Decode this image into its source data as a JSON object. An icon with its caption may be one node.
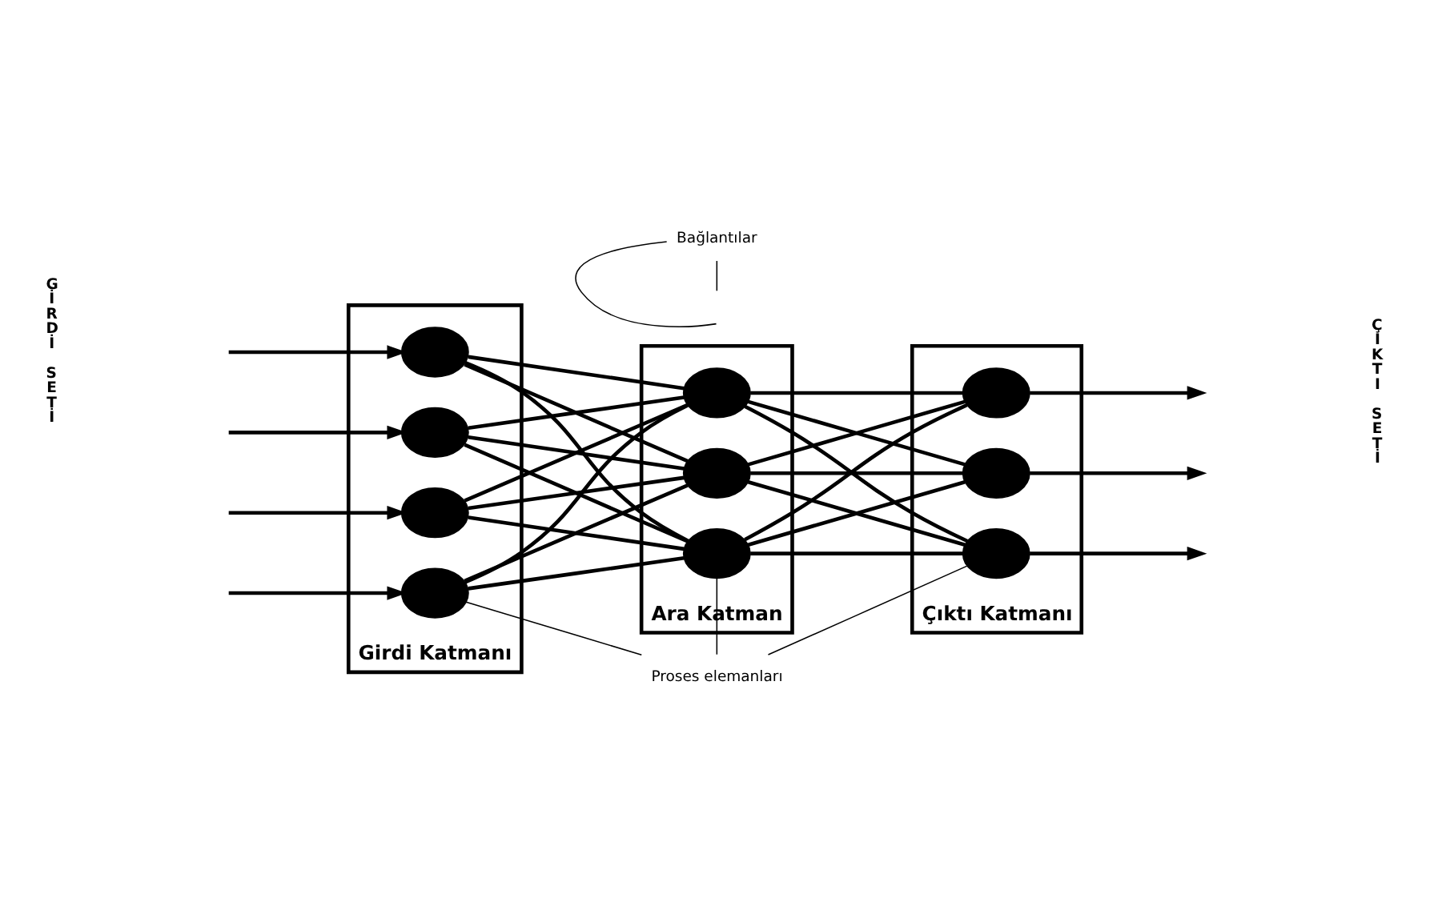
{
  "diagram": {
    "nodes": [
      {
        "text": [
          "Girdi Katmanı"
        ]
      },
      {
        "text": [],
        "shape": "circle",
        "in": 0
      },
      {
        "text": [],
        "shape": "circle",
        "in": 0
      },
      {
        "text": [],
        "shape": "circle",
        "in": 0
      },
      {
        "text": [],
        "shape": "circle",
        "in": 0
      },
      {
        "text": [
          "Ara Katman"
        ]
      },
      {
        "text": [],
        "shape": "circle",
        "in": 5
      },
      {
        "text": [],
        "shape": "circle",
        "in": 5
      },
      {
        "text": [],
        "shape": "circle",
        "in": 5
      },
      {
        "text": [
          "Çıktı Katmanı"
        ]
      },
      {
        "text": [],
        "shape": "circle",
        "in": 9
      },
      {
        "text": [],
        "shape": "circle",
        "in": 9
      },
      {
        "text": [],
        "shape": "circle",
        "in": 9
      },
      {
        "text": [
          "Bağlantılar"
        ]
      },
      {
        "text": [
          "Proses elemanları"
        ]
      }
    ],
    "edges": [
      {
        "from": null,
        "to": 1,
        "arrow": "to"
      },
      {
        "from": null,
        "to": 2,
        "arrow": "to"
      },
      {
        "from": null,
        "to": 3,
        "arrow": "to"
      },
      {
        "from": null,
        "to": 4,
        "arrow": "to"
      },
      {
        "from": 1,
        "to": 6,
        "arrow": "none"
      },
      {
        "from": 1,
        "to": 7,
        "arrow": "none"
      },
      {
        "from": 1,
        "to": 8,
        "arrow": "none"
      },
      {
        "from": 2,
        "to": 6,
        "arrow": "none"
      },
      {
        "from": 2,
        "to": 7,
        "arrow": "none"
      },
      {
        "from": 2,
        "to": 8,
        "arrow": "none"
      },
      {
        "from": 3,
        "to": 6,
        "arrow": "none"
      },
      {
        "from": 3,
        "to": 7,
        "arrow": "none"
      },
      {
        "from": 3,
        "to": 8,
        "arrow": "none"
      },
      {
        "from": 4,
        "to": 6,
        "arrow": "none"
      },
      {
        "from": 4,
        "to": 7,
        "arrow": "none"
      },
      {
        "from": 4,
        "to": 8,
        "arrow": "none"
      },
      {
        "from": 6,
        "to": 10,
        "arrow": "none"
      },
      {
        "from": 6,
        "to": 11,
        "arrow": "none"
      },
      {
        "from": 6,
        "to": 12,
        "arrow": "none"
      },
      {
        "from": 7,
        "to": 10,
        "arrow": "none"
      },
      {
        "from": 7,
        "to": 11,
        "arrow": "none"
      },
      {
        "from": 7,
        "to": 12,
        "arrow": "none"
      },
      {
        "from": 8,
        "to": 10,
        "arrow": "none"
      },
      {
        "from": 8,
        "to": 11,
        "arrow": "none"
      },
      {
        "from": 8,
        "to": 12,
        "arrow": "none"
      },
      {
        "from": 10,
        "to": null,
        "arrow": "to"
      },
      {
        "from": 11,
        "to": null,
        "arrow": "to"
      },
      {
        "from": 12,
        "to": null,
        "arrow": "to"
      },
      {
        "from": 13,
        "to": null,
        "arrow": "none"
      },
      {
        "from": 13,
        "to": null,
        "arrow": "none"
      },
      {
        "from": 14,
        "to": 4,
        "arrow": "none"
      },
      {
        "from": 14,
        "to": 8,
        "arrow": "none"
      },
      {
        "from": 14,
        "to": 12,
        "arrow": "none"
      }
    ],
    "labels": [
      "GİRDİ SETİ",
      "ÇIKTI SETİ"
    ]
  }
}
